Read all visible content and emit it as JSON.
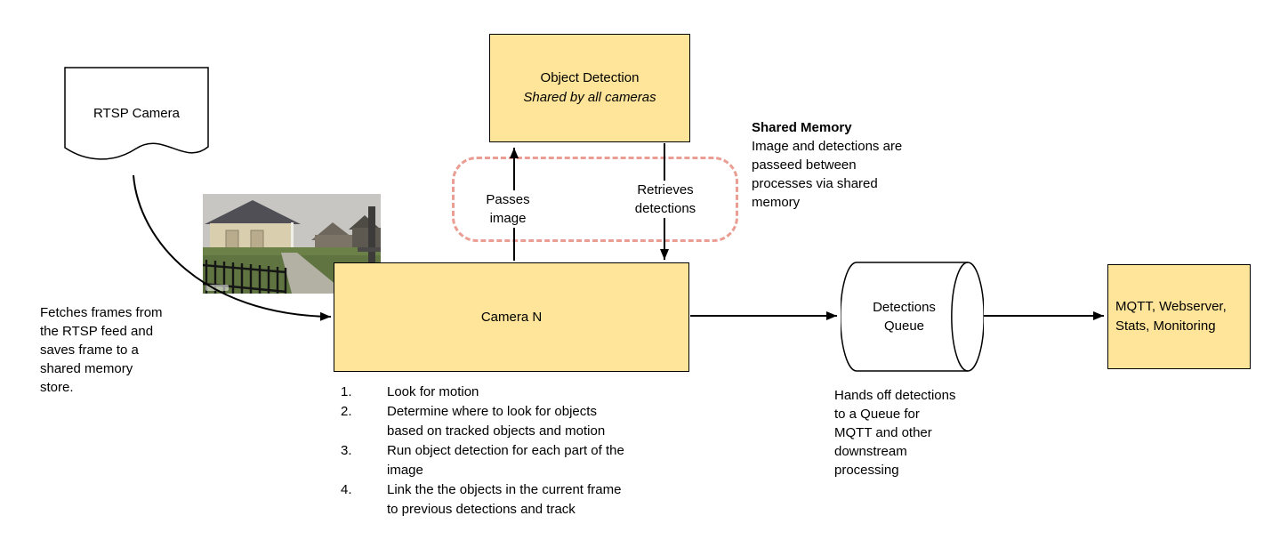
{
  "colors": {
    "background": "#ffffff",
    "node_fill": "#ffe599",
    "node_border": "#000000",
    "shared_region_border": "#ea9e93",
    "arrow": "#000000"
  },
  "nodes": {
    "rtsp_camera": {
      "label": "RTSP Camera"
    },
    "object_detection": {
      "title": "Object Detection",
      "subtitle": "Shared by all cameras"
    },
    "camera_n": {
      "label": "Camera N"
    },
    "detections_queue": {
      "label": "Detections\nQueue"
    },
    "outputs": {
      "label": "MQTT, Webserver,\nStats, Monitoring"
    }
  },
  "edge_labels": {
    "passes_image": "Passes\nimage",
    "retrieves_detections": "Retrieves\ndetections"
  },
  "notes": {
    "shared_memory_title": "Shared Memory",
    "shared_memory_body": "Image and detections are\npasseed between\nprocesses via shared\nmemory",
    "rtsp_fetch": "Fetches frames from\nthe RTSP feed and\nsaves frame to a\nshared memory\nstore.",
    "queue_handoff": "Hands off detections\nto a Queue for\nMQTT and other\ndownstream\nprocessing"
  },
  "camera_steps": [
    {
      "num": "1.",
      "text": "Look for motion"
    },
    {
      "num": "2.",
      "text": "Determine where to look for objects\nbased on tracked objects and motion"
    },
    {
      "num": "3.",
      "text": "Run object detection for each part of the\nimage"
    },
    {
      "num": "4.",
      "text": "Link the the objects in the current frame\nto previous detections and track"
    }
  ]
}
